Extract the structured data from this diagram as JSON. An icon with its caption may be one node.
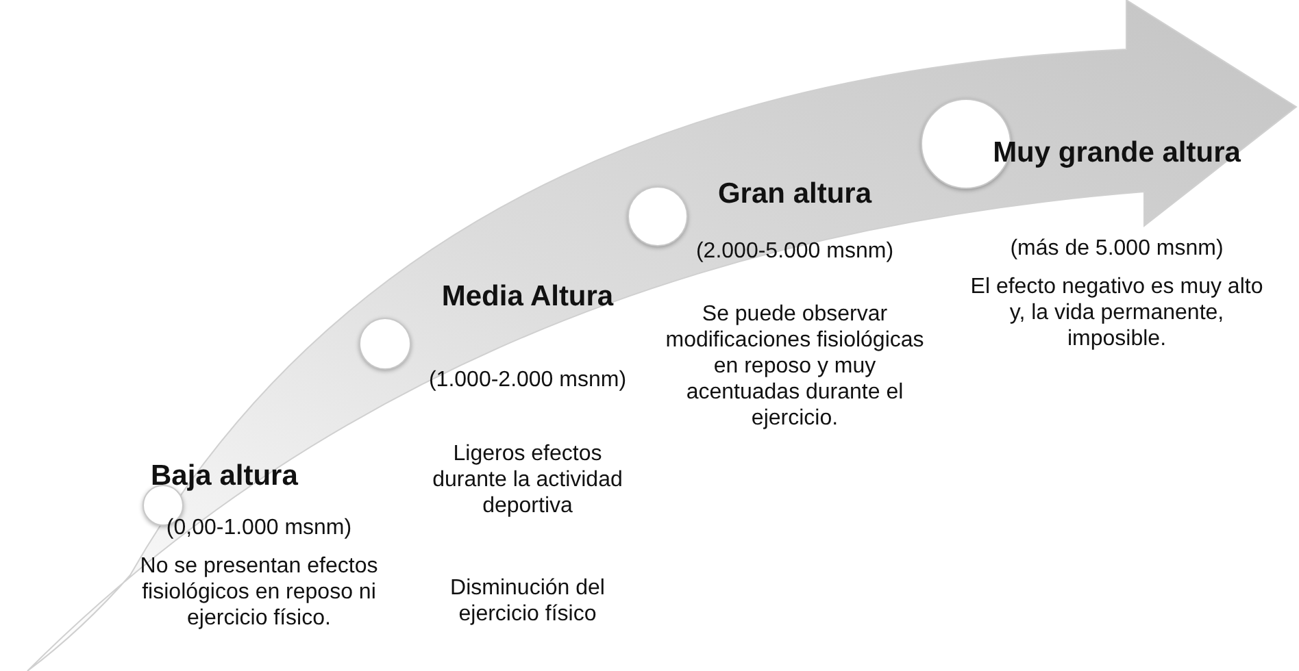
{
  "diagram": {
    "nodes": [
      {
        "text": [],
        "shape": "circle",
        "beside": [
          "Baja altura",
          "(0,00-1.000 msnm)",
          "No se presentan efectos fisiológicos en reposo ni ejercicio físico."
        ]
      },
      {
        "text": [],
        "shape": "circle",
        "beside": [
          "Media Altura",
          "(1.000-2.000 msnm)",
          "Ligeros efectos durante la actividad deportiva",
          "Disminución del ejercicio físico"
        ]
      },
      {
        "text": [],
        "shape": "circle",
        "beside": [
          "Gran altura",
          "(2.000-5.000 msnm)",
          "Se puede observar modificaciones fisiológicas en reposo y muy acentuadas durante el ejercicio."
        ]
      },
      {
        "text": [],
        "shape": "circle",
        "beside": [
          "Muy grande altura",
          "(más de 5.000 msnm)",
          "El efecto negativo es muy alto y, la vida permanente, imposible."
        ]
      }
    ]
  }
}
